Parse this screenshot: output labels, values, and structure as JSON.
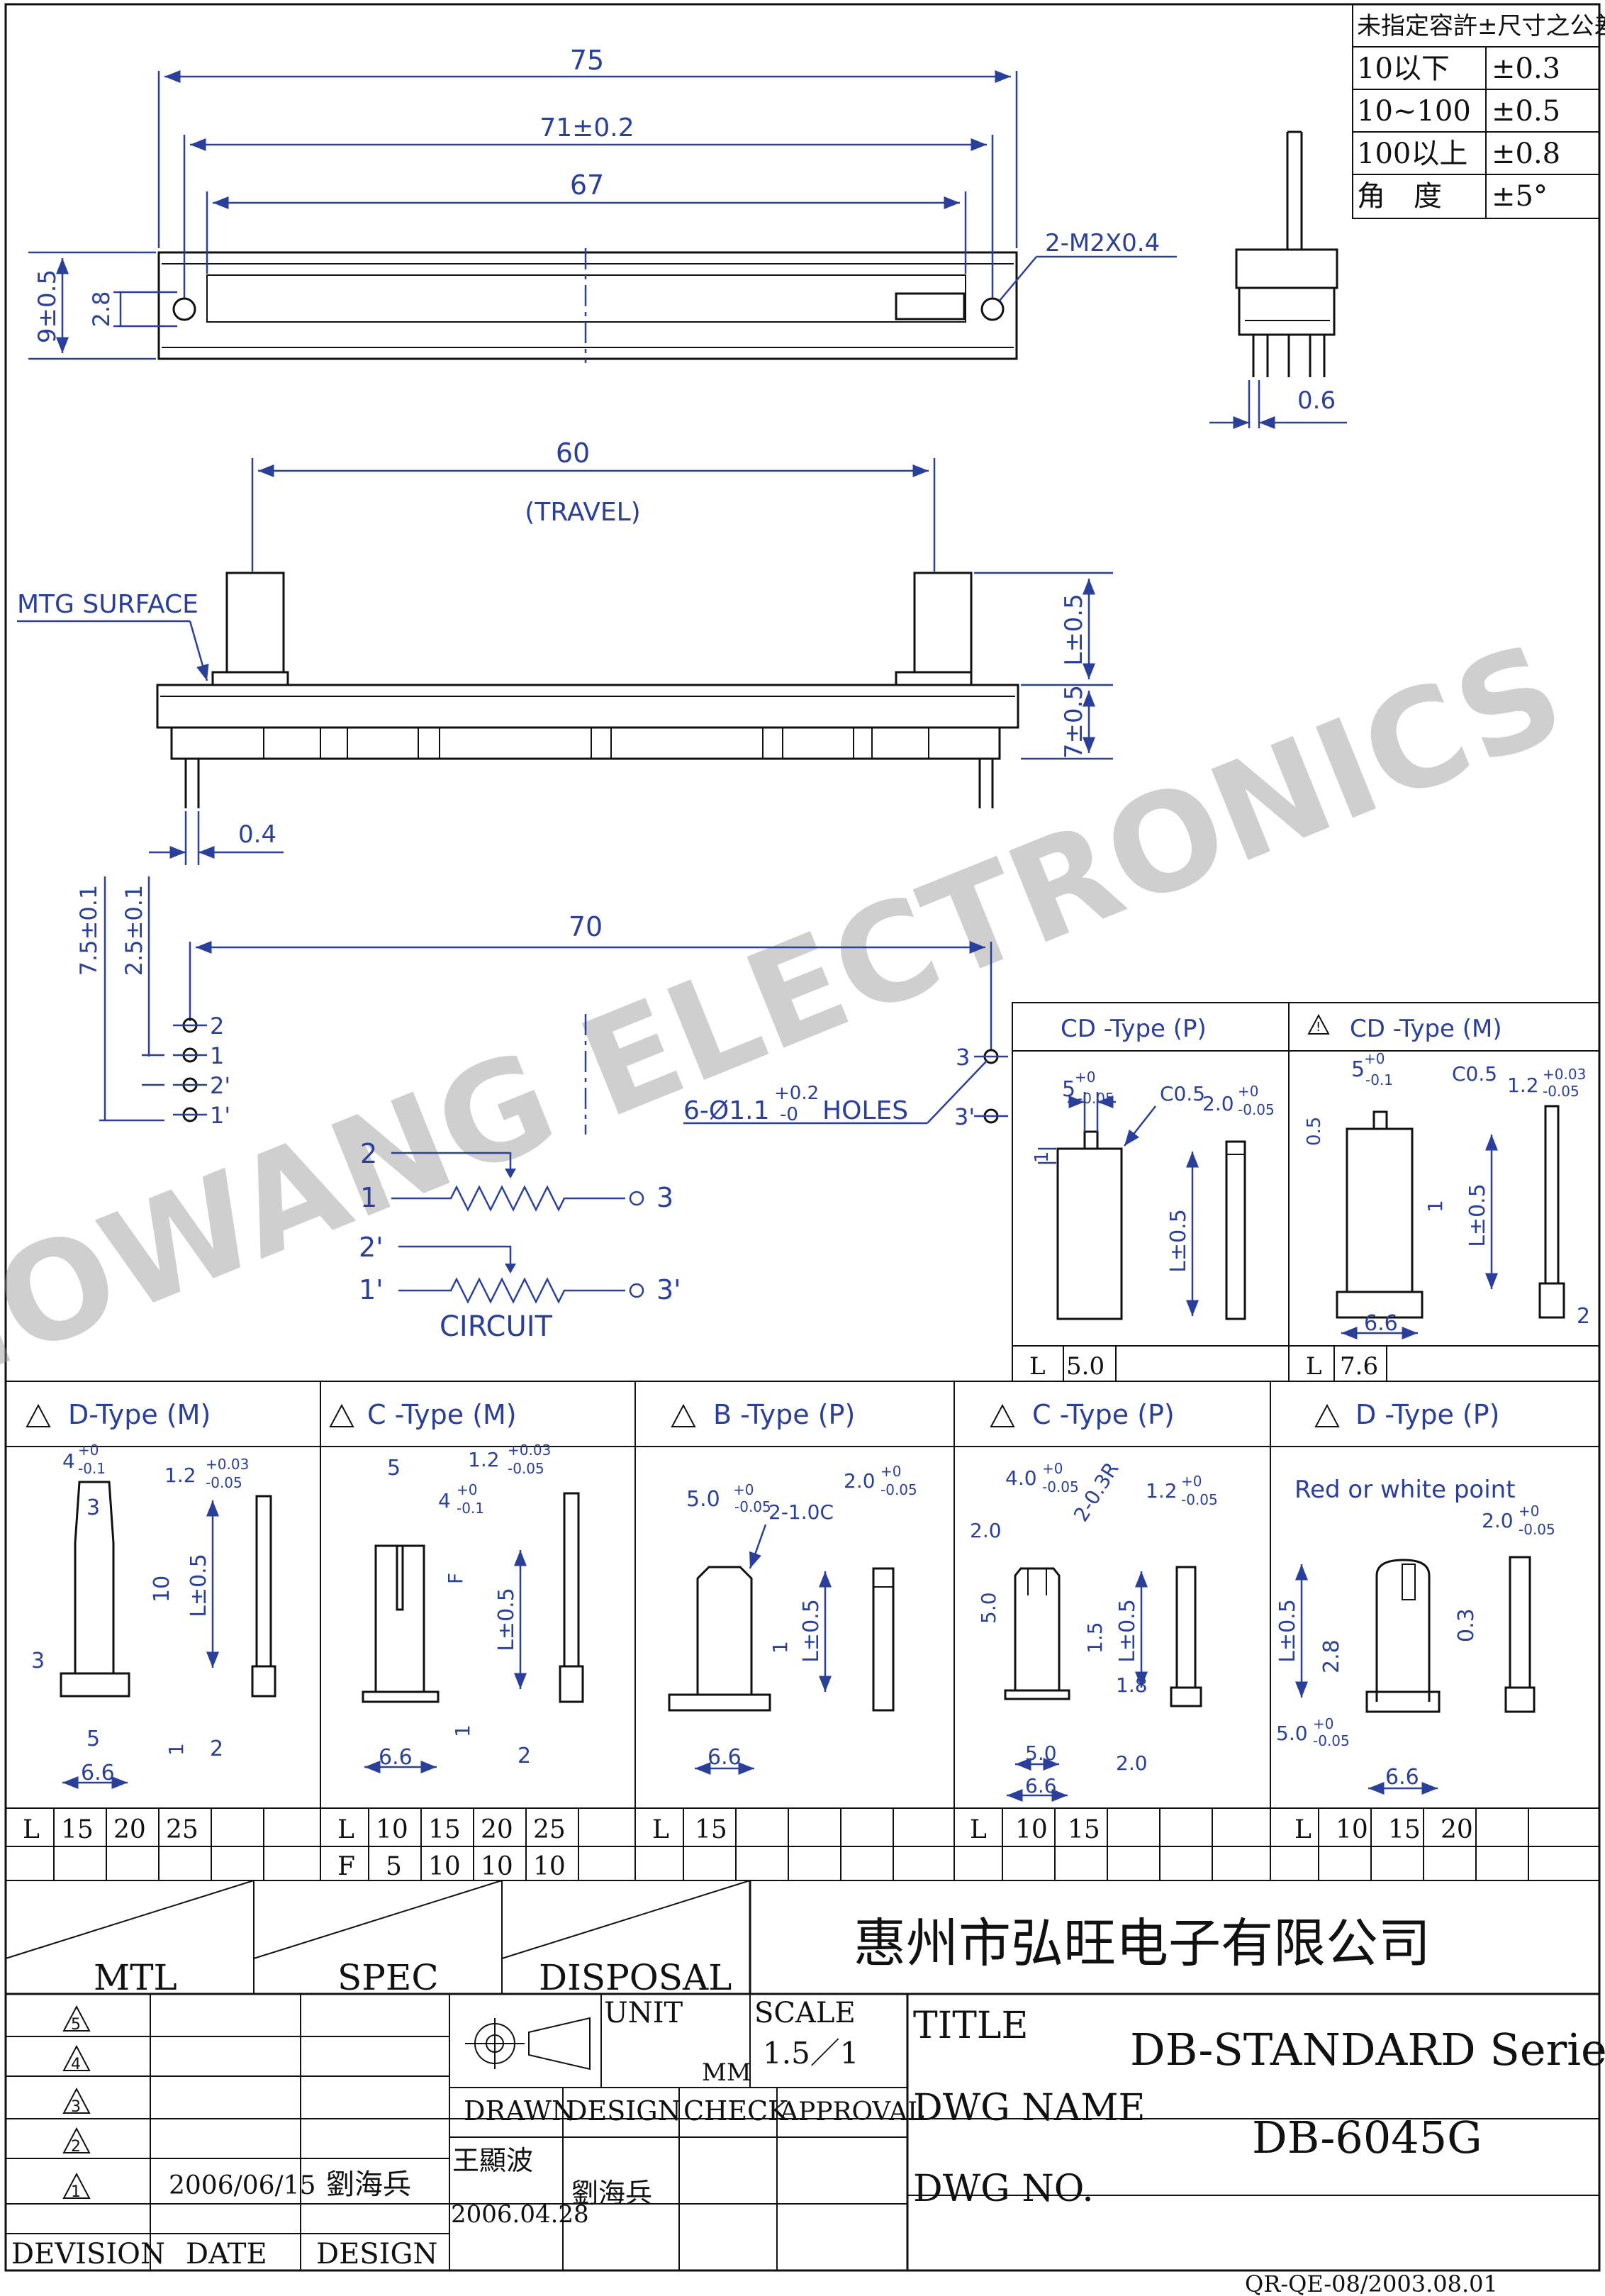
{
  "tolerance_table": {
    "header": "未指定容許±尺寸之公差",
    "rows": [
      {
        "range": "10以下",
        "tol": "±0.3"
      },
      {
        "range": "10~100",
        "tol": "±0.5"
      },
      {
        "range": "100以上",
        "tol": "±0.8"
      },
      {
        "range": "角　度",
        "tol": "±5°"
      }
    ]
  },
  "top_view": {
    "dim_75": "75",
    "dim_71": "71±0.2",
    "dim_67": "67",
    "thread": "2-M2X0.4",
    "height": "9±0.5",
    "hole_offset": "2.8"
  },
  "end_view": {
    "pin_pitch": "0.6"
  },
  "side_view": {
    "travel": "60",
    "travel_label": "(TRAVEL)",
    "mtg_surface": "MTG SURFACE",
    "knob_len": "L±0.5",
    "body_h": "7±0.5",
    "pin_w": "0.4"
  },
  "bottom_view": {
    "dim_75": "7.5±0.1",
    "dim_25": "2.5±0.1",
    "span": "70",
    "pin_2": "2",
    "pin_1": "1",
    "pin_2p": "2'",
    "pin_1p": "1'",
    "pin_3": "3",
    "pin_3p": "3'",
    "holes": "6-Ø1.1",
    "holes_tol": "+0.2",
    "holes_tol2": "-0",
    "holes_label": "HOLES"
  },
  "circuit": {
    "label": "CIRCUIT",
    "p2": "2",
    "p1": "1",
    "p3": "3",
    "p2p": "2'",
    "p1p": "1'",
    "p3p": "3'"
  },
  "watermark": "HOWANG ELECTRONICS",
  "cd_p": {
    "title": "CD -Type (P)",
    "w": "5",
    "w_tol": "+0",
    "w_tol2": "-0.05",
    "chamfer": "C0.5",
    "t": "2.0",
    "t_tol": "+0",
    "t_tol2": "-0.05",
    "side": "1",
    "len": "L±0.5",
    "L_label": "L",
    "L_val": "5.0"
  },
  "cd_m": {
    "title": "CD -Type (M)",
    "w": "5",
    "w_tol": "+0",
    "w_tol2": "-0.1",
    "chamfer": "C0.5",
    "t": "1.2",
    "t_tol": "+0.03",
    "t_tol2": "-0.05",
    "top": "0.5",
    "mid": "1",
    "len": "L±0.5",
    "base": "6.6",
    "th2": "2",
    "L_label": "L",
    "L_val": "7.6"
  },
  "d_m": {
    "title": "D-Type (M)",
    "w": "4",
    "w_tol": "+0",
    "w_tol2": "-0.1",
    "t": "1.2",
    "t_tol": "+0.03",
    "t_tol2": "-0.05",
    "inner": "3",
    "h10": "10",
    "len": "L±0.5",
    "step": "3",
    "b5": "5",
    "one": "1",
    "two": "2",
    "base": "6.6",
    "L_label": "L",
    "L_vals": [
      "15",
      "20",
      "25"
    ]
  },
  "c_m": {
    "title": "C -Type (M)",
    "w": "5",
    "t": "1.2",
    "t_tol": "+0.03",
    "t_tol2": "-0.05",
    "slot": "4",
    "slot_tol": "+0",
    "slot_tol2": "-0.1",
    "F": "F",
    "len": "L±0.5",
    "one": "1",
    "two": "2",
    "base": "6.6",
    "L_label": "L",
    "L_vals": [
      "10",
      "15",
      "20",
      "25"
    ],
    "F_label": "F",
    "F_vals": [
      "5",
      "10",
      "10",
      "10"
    ]
  },
  "b_p": {
    "title": "B -Type (P)",
    "w": "5.0",
    "w_tol": "+0",
    "w_tol2": "-0.05",
    "chamfer": "2-1.0C",
    "t": "2.0",
    "t_tol": "+0",
    "t_tol2": "-0.05",
    "one": "1",
    "len": "L±0.5",
    "base": "6.6",
    "L_label": "L",
    "L_vals": [
      "15"
    ]
  },
  "c_p": {
    "title": "C -Type (P)",
    "w": "4.0",
    "w_tol": "+0",
    "w_tol2": "-0.05",
    "radius": "2-0.3R",
    "t": "1.2",
    "t_tol": "+0",
    "t_tol2": "-0.05",
    "d20": "2.0",
    "d50": "5.0",
    "d15": "1.5",
    "len": "L±0.5",
    "d18": "1.8",
    "d20b": "2.0",
    "d50b": "5.0",
    "base": "6.6",
    "L_label": "L",
    "L_vals": [
      "10",
      "15"
    ]
  },
  "d_p": {
    "title": "D -Type (P)",
    "note": "Red or white point",
    "t": "2.0",
    "t_tol": "+0",
    "t_tol2": "-0.05",
    "len": "L±0.5",
    "d28": "2.8",
    "d03": "0.3",
    "w": "5.0",
    "w_tol": "+0",
    "w_tol2": "-0.05",
    "base": "6.6",
    "L_label": "L",
    "L_vals": [
      "10",
      "15",
      "20"
    ]
  },
  "title_block": {
    "mtl": "MTL",
    "spec": "SPEC",
    "disposal": "DISPOSAL",
    "company": "惠州市弘旺电子有限公司",
    "rev_marks": [
      "5",
      "4",
      "3",
      "2",
      "1"
    ],
    "rev1_date": "2006/06/15",
    "rev1_design": "劉海兵",
    "devision": "DEVISION",
    "date": "DATE",
    "design": "DESIGN",
    "unit": "UNIT",
    "unit_val": "MM",
    "scale": "SCALE",
    "scale_val": "1.5／1",
    "title_label": "TITLE",
    "title_val": "DB-STANDARD Series",
    "dwg_name_label": "DWG NAME",
    "dwg_name": "DB-6045G",
    "dwg_no_label": "DWG NO.",
    "drawn": "DRAWN",
    "design_col": "DESIGN",
    "check": "CHECK",
    "approval": "APPROVAL",
    "drawn_by": "王顯波",
    "drawn_date": "2006.04.28",
    "designed_by": "劉海兵"
  },
  "footer_code": "QR-QE-08/2003.08.01"
}
